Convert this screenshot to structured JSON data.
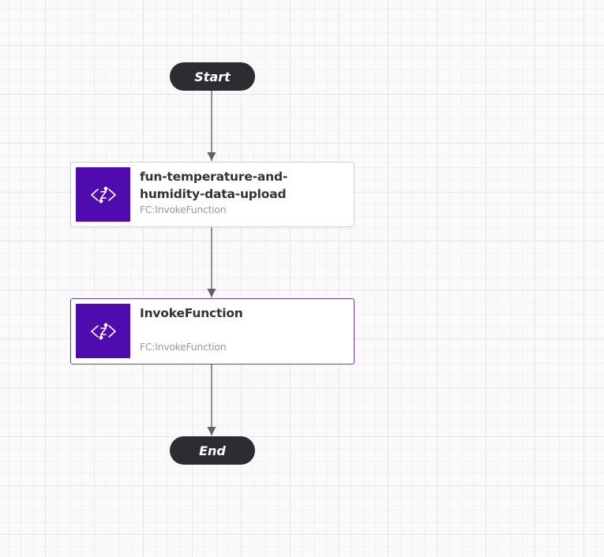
{
  "flow": {
    "start_label": "Start",
    "end_label": "End",
    "steps": [
      {
        "name": "fun-temperature-and-humidity-data-upload",
        "type": "FC:InvokeFunction",
        "icon": "function-code-icon",
        "selected": false
      },
      {
        "name": "InvokeFunction",
        "type": "FC:InvokeFunction",
        "icon": "function-code-icon",
        "selected": true
      }
    ]
  },
  "colors": {
    "terminal_bg": "#2c2d31",
    "icon_bg": "#4f0bad",
    "selected_border": "#6c3ab8",
    "connector": "#5f6368"
  }
}
